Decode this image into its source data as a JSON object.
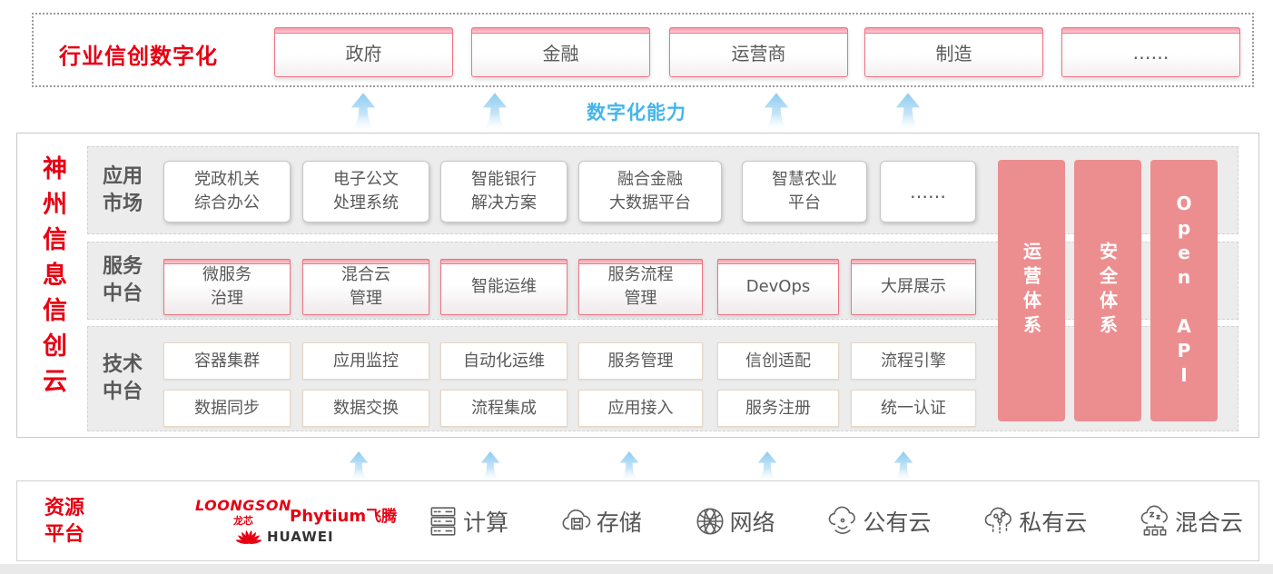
{
  "colors": {
    "accent_red": "#e60012",
    "accent_blue": "#44b5e8",
    "bar_pink": "#ec8e90",
    "panel_gray": "#ececec",
    "text_gray": "#595959"
  },
  "top": {
    "title": "行业信创数字化",
    "industries": [
      "政府",
      "金融",
      "运营商",
      "制造",
      "……"
    ]
  },
  "capability": "数字化能力",
  "main": {
    "vertical_title": "神州信息信创云",
    "app_row": {
      "label_line1": "应用",
      "label_line2": "市场",
      "items": [
        {
          "line1": "党政机关",
          "line2": "综合办公"
        },
        {
          "line1": "电子公文",
          "line2": "处理系统"
        },
        {
          "line1": "智能银行",
          "line2": "解决方案"
        },
        {
          "line1": "融合金融",
          "line2": "大数据平台"
        },
        {
          "line1": "智慧农业",
          "line2": "平台"
        },
        {
          "line1": "……",
          "line2": ""
        }
      ]
    },
    "service_row": {
      "label_line1": "服务",
      "label_line2": "中台",
      "items": [
        {
          "line1": "微服务",
          "line2": "治理"
        },
        {
          "line1": "混合云",
          "line2": "管理"
        },
        {
          "line1": "智能运维",
          "line2": ""
        },
        {
          "line1": "服务流程",
          "line2": "管理"
        },
        {
          "line1": "DevOps",
          "line2": ""
        },
        {
          "line1": "大屏展示",
          "line2": ""
        }
      ]
    },
    "tech_row": {
      "label_line1": "技术",
      "label_line2": "中台",
      "row1": [
        "容器集群",
        "应用监控",
        "自动化运维",
        "服务管理",
        "信创适配",
        "流程引擎"
      ],
      "row2": [
        "数据同步",
        "数据交换",
        "流程集成",
        "应用接入",
        "服务注册",
        "统一认证"
      ]
    },
    "side_bars": [
      "运营体系",
      "安全体系",
      "Open API"
    ]
  },
  "bottom": {
    "label_line1": "资源",
    "label_line2": "平台",
    "logos": {
      "loongson_en": "LOONGSON",
      "loongson_cn": "龙芯",
      "phytium_en": "Phytium",
      "phytium_cn": "飞腾",
      "huawei": "HUAWEI"
    },
    "resources": [
      {
        "icon": "compute-icon",
        "label": "计算"
      },
      {
        "icon": "storage-icon",
        "label": "存储"
      },
      {
        "icon": "network-icon",
        "label": "网络"
      },
      {
        "icon": "public-cloud-icon",
        "label": "公有云"
      },
      {
        "icon": "private-cloud-icon",
        "label": "私有云"
      },
      {
        "icon": "hybrid-cloud-icon",
        "label": "混合云"
      }
    ]
  }
}
